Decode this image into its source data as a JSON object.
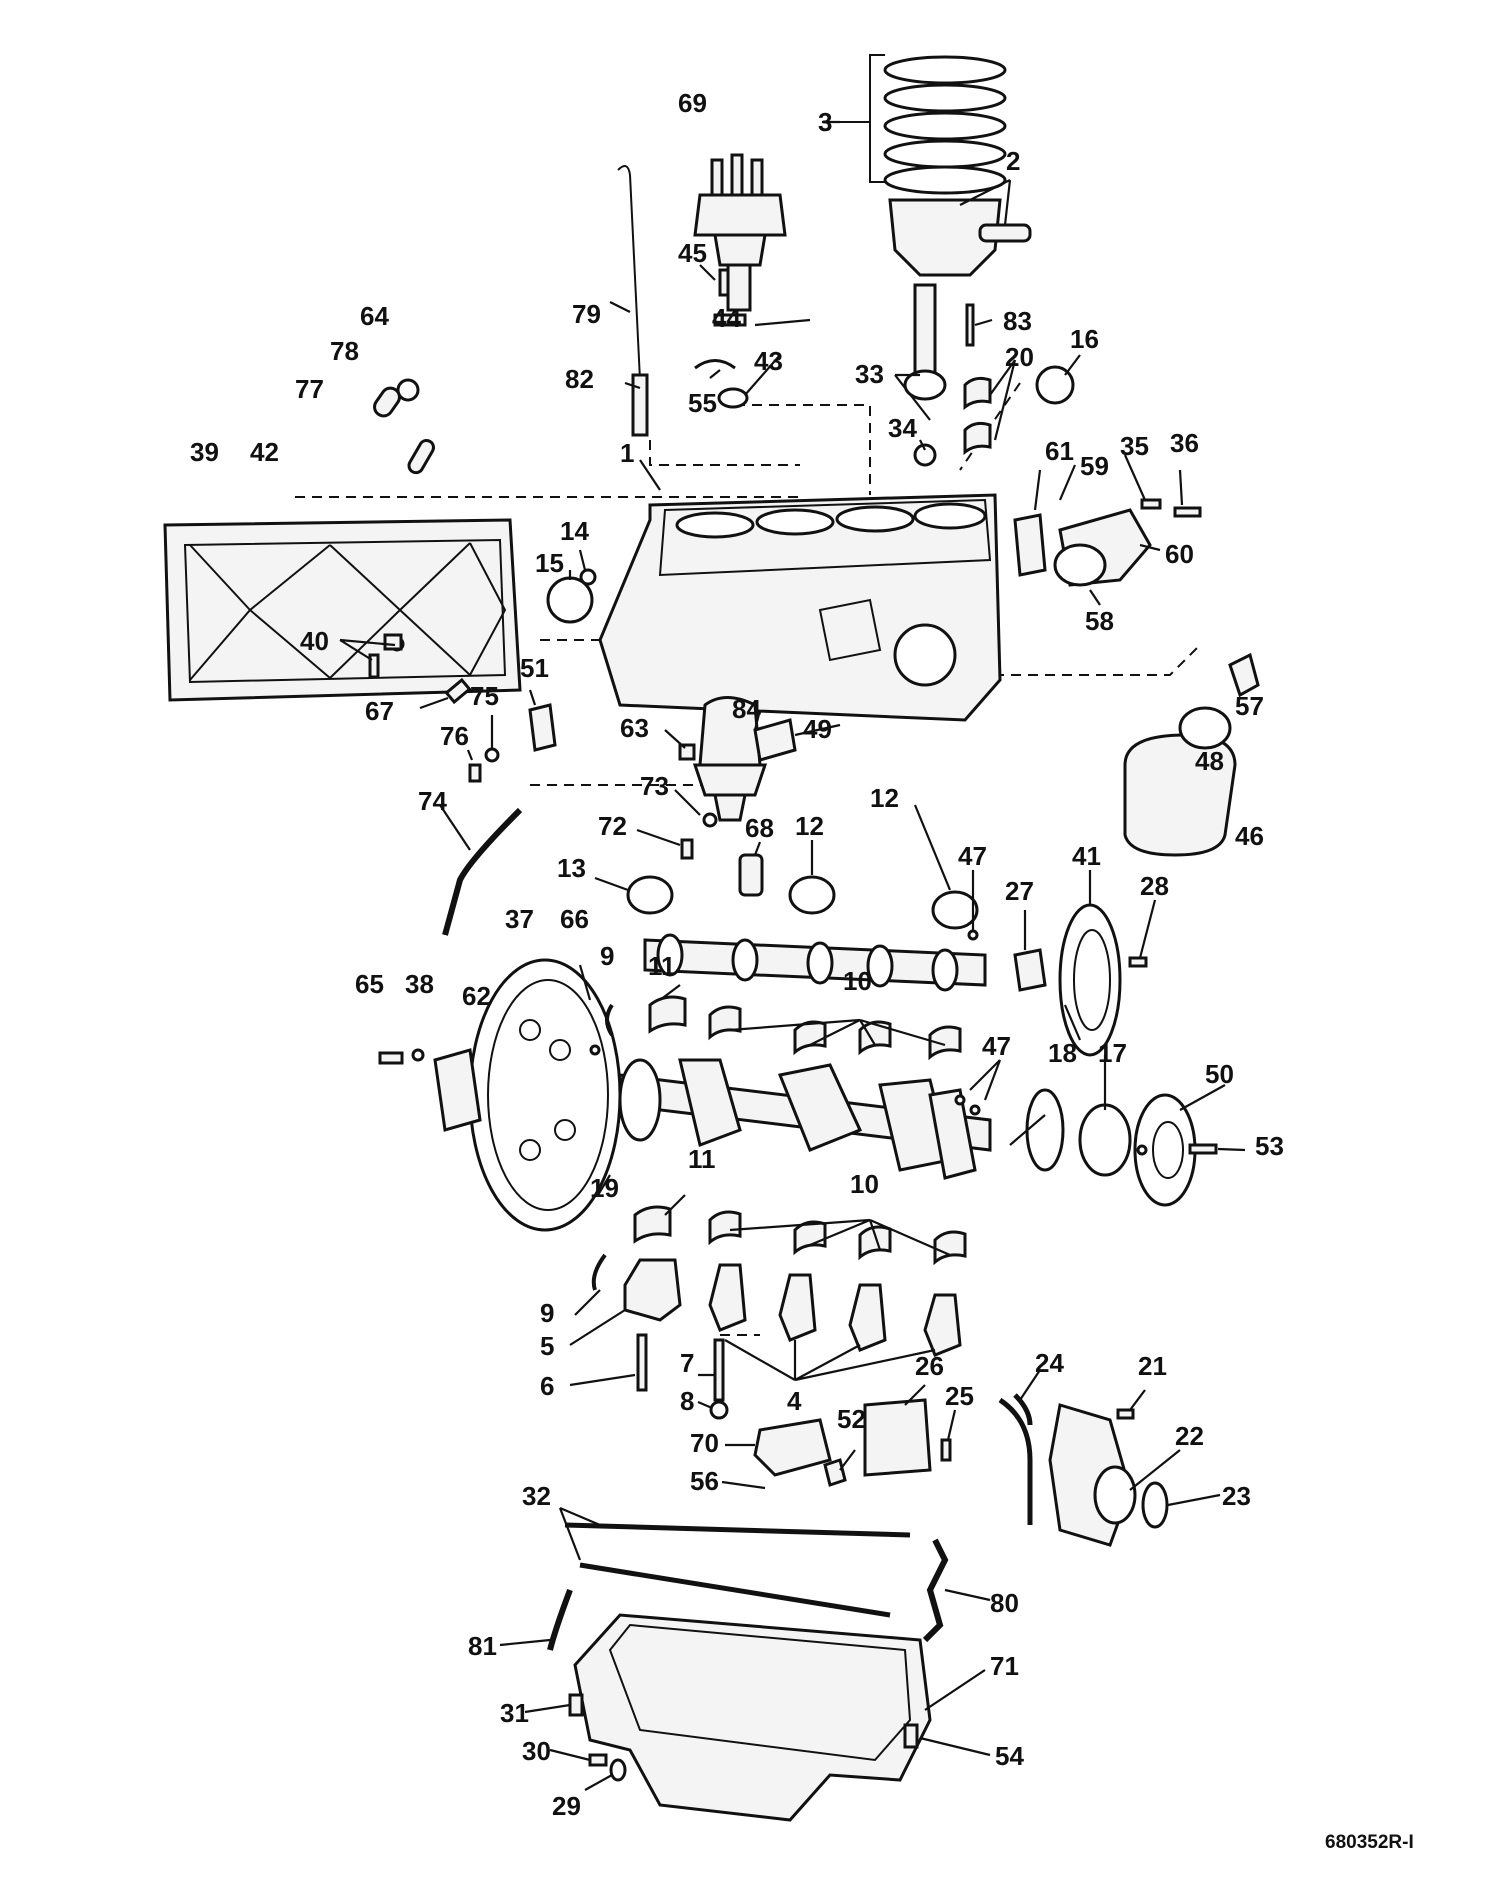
{
  "drawing_code": "680352R-I",
  "callouts": [
    "1",
    "2",
    "3",
    "4",
    "5",
    "6",
    "7",
    "8",
    "9",
    "9",
    "10",
    "10",
    "11",
    "11",
    "12",
    "12",
    "13",
    "14",
    "15",
    "16",
    "17",
    "18",
    "19",
    "20",
    "21",
    "22",
    "23",
    "24",
    "25",
    "26",
    "27",
    "28",
    "29",
    "30",
    "31",
    "32",
    "33",
    "34",
    "35",
    "36",
    "37",
    "38",
    "39",
    "40",
    "41",
    "42",
    "43",
    "44",
    "45",
    "46",
    "47",
    "47",
    "48",
    "49",
    "50",
    "51",
    "52",
    "53",
    "54",
    "55",
    "56",
    "57",
    "58",
    "59",
    "60",
    "61",
    "62",
    "63",
    "64",
    "65",
    "66",
    "67",
    "68",
    "69",
    "70",
    "71",
    "72",
    "73",
    "74",
    "75",
    "76",
    "77",
    "78",
    "79",
    "80",
    "81",
    "82",
    "83",
    "84"
  ]
}
